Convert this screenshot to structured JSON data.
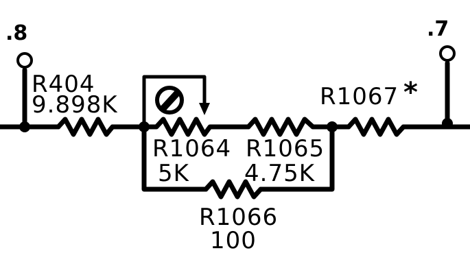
{
  "terminals": {
    "left": ".8",
    "right": ".7"
  },
  "resistors": {
    "r404": {
      "ref": "R404",
      "value": "9.898K"
    },
    "r1064": {
      "ref": "R1064",
      "value": "5K"
    },
    "r1065": {
      "ref": "R1065",
      "value": "4.75K"
    },
    "r1066": {
      "ref": "R1066",
      "value": "100"
    },
    "r1067": {
      "ref": "R1067",
      "value": ""
    }
  },
  "marks": {
    "r1067_asterisk": "*"
  }
}
